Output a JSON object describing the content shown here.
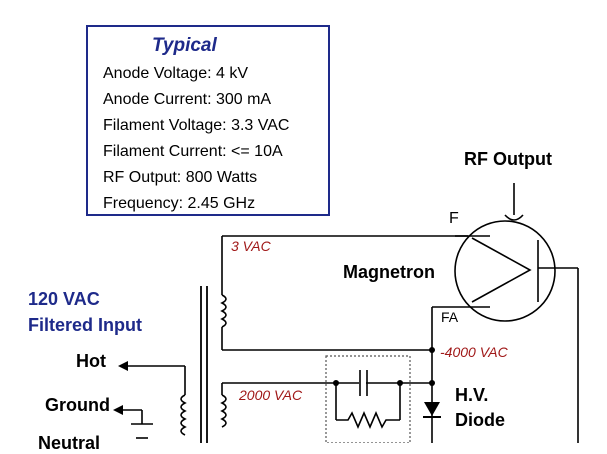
{
  "spec": {
    "title": "Typical",
    "lines": [
      "Anode Voltage: 4 kV",
      "Anode Current: 300 mA",
      "Filament Voltage: 3.3 VAC",
      "Filament Current: <= 10A",
      "RF Output: 800 Watts",
      "Frequency: 2.45 GHz"
    ]
  },
  "labels": {
    "rf_output": "RF Output",
    "f": "F",
    "fa": "FA",
    "magnetron": "Magnetron",
    "vac3": "3 VAC",
    "vac2000": "2000 VAC",
    "neg4000": "-4000 VAC",
    "hv_line1": "H.V.",
    "hv_line2": "Diode",
    "input_line1": "120 VAC",
    "input_line2": "Filtered Input",
    "hot": "Hot",
    "ground": "Ground",
    "neutral": "Neutral"
  },
  "colors": {
    "box_border": "#1e2a8a",
    "title_blue": "#1e2a8a",
    "voltage_red": "#a01818"
  }
}
